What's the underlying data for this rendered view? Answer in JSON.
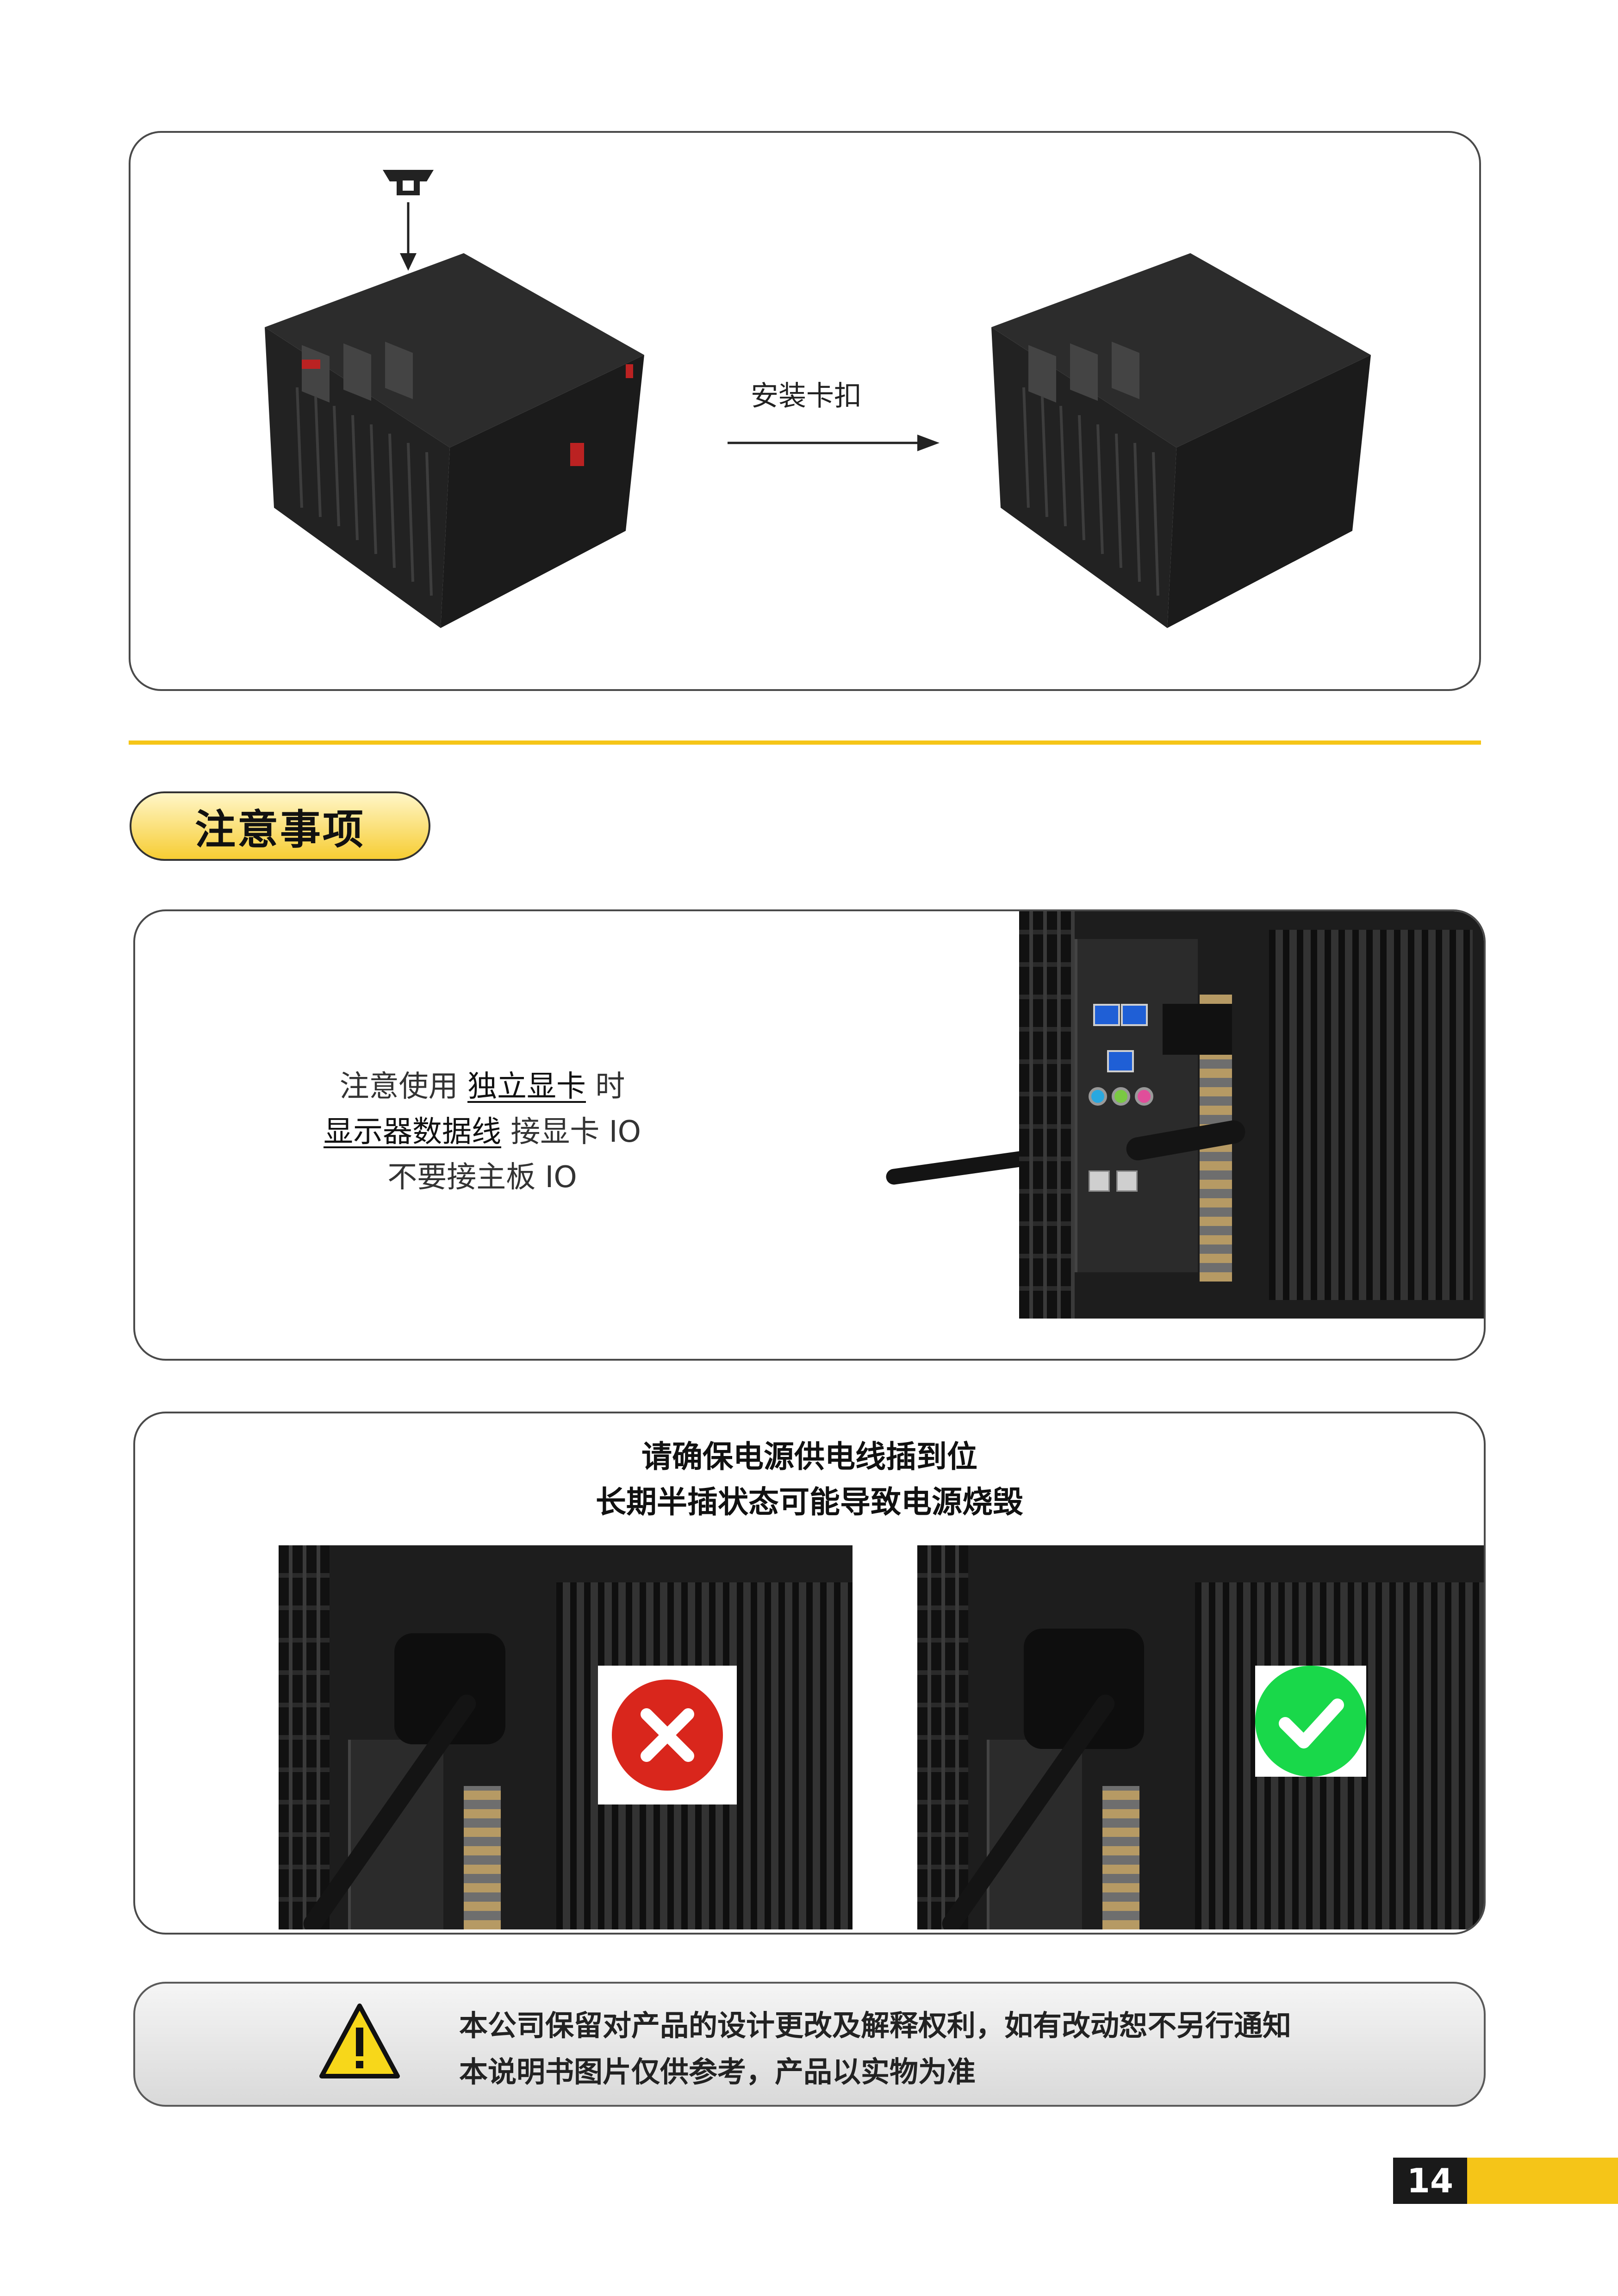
{
  "top_panel": {
    "install_label": "安装卡扣"
  },
  "section": {
    "title": "注意事项"
  },
  "gpu_note": {
    "line1_pre": "注意使用 ",
    "line1_em": "独立显卡",
    "line1_post": " 时",
    "line2_em": "显示器数据线",
    "line2_post": " 接显卡 IO",
    "line3": "不要接主板 IO"
  },
  "power_note": {
    "line1": "请确保电源供电线插到位",
    "line2": "长期半插状态可能导致电源烧毁",
    "wrong_icon": "cross-icon",
    "right_icon": "check-icon"
  },
  "footer": {
    "line1": "本公司保留对产品的设计更改及解释权利，如有改动恕不另行通知",
    "line2": "本说明书图片仅供参考，产品以实物为准",
    "icon": "warning-triangle-icon"
  },
  "page": {
    "number": "14"
  },
  "colors": {
    "accent": "#f5c518",
    "wrong": "#d9261c",
    "right": "#19d84a"
  }
}
